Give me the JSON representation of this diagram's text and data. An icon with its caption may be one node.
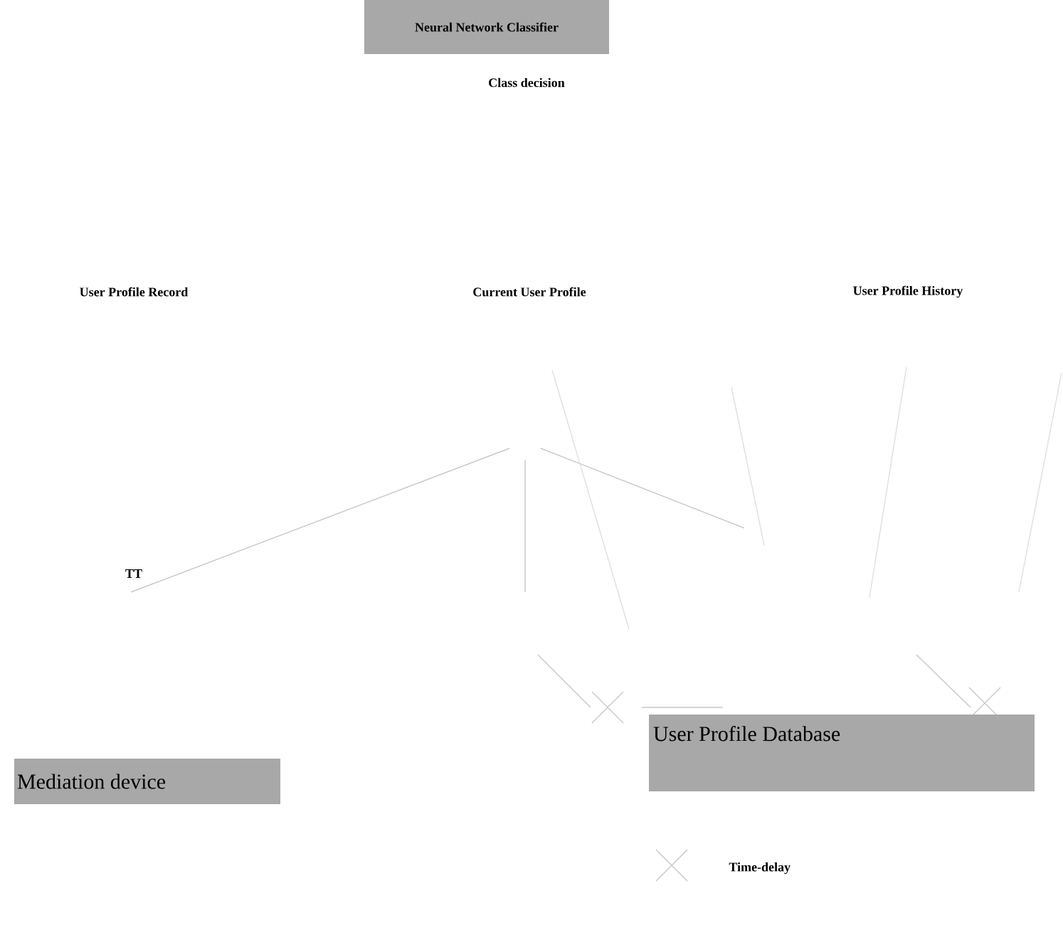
{
  "diagram": {
    "nodes": [
      {
        "text": [
          "Neural Network Classifier"
        ]
      },
      {
        "text": [
          "Mediation device"
        ]
      },
      {
        "text": [
          "User Profile Database"
        ]
      }
    ],
    "labels": [
      "Class decision",
      "User Profile Record",
      "Current User Profile",
      "User Profile History",
      "TT"
    ],
    "legend": [
      {
        "text": "Time-delay"
      }
    ]
  }
}
